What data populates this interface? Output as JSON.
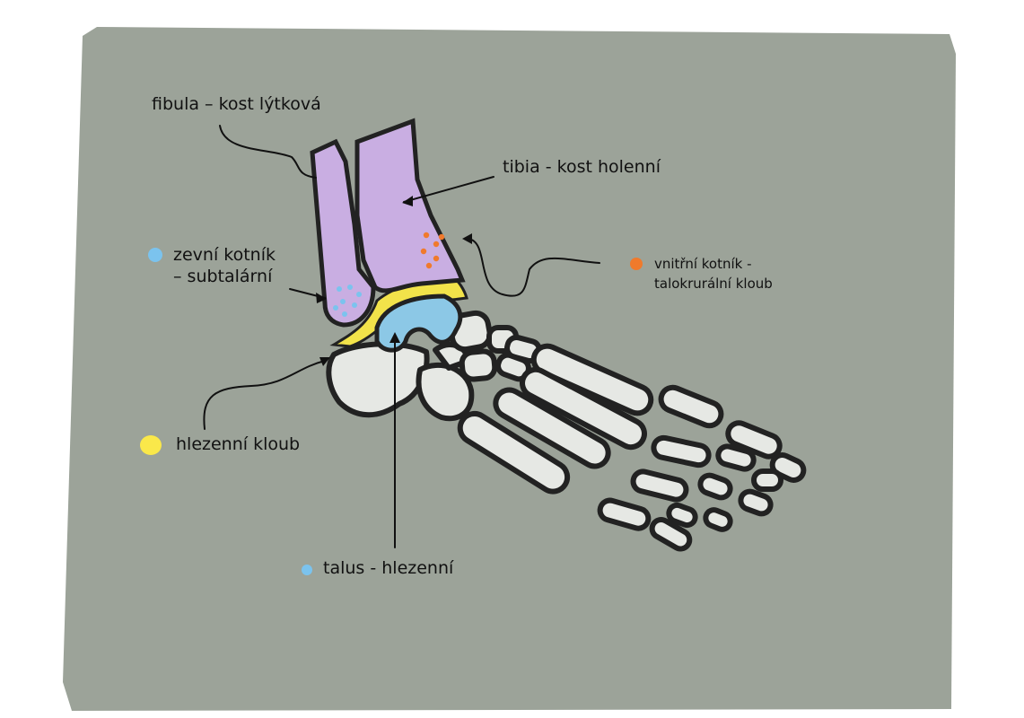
{
  "colors": {
    "board": "#9CA399",
    "bone_white": "#E6E8E4",
    "tibia_fibula": "#C9AEE2",
    "talus": "#8CC8E6",
    "joint_yellow": "#F2E34A",
    "outline": "#222222",
    "dot_blue": "#7BC3EE",
    "dot_orange": "#F07A2C",
    "dot_yellow": "#FAE84A"
  },
  "labels": {
    "fibula": "fibula – kost lýtková",
    "tibia": "tibia - kost holenní",
    "lateral_malleolus_line1": "zevní kotník",
    "lateral_malleolus_line2": "– subtalární",
    "medial_malleolus_line1": "vnitřní kotník -",
    "medial_malleolus_line2": "talokrurální kloub",
    "ankle_joint": "hlezenní kloub",
    "talus": "talus - hlezenní"
  },
  "legend_dots": [
    {
      "label_key": "lateral_malleolus_line1",
      "color": "#7BC3EE"
    },
    {
      "label_key": "medial_malleolus_line1",
      "color": "#F07A2C"
    },
    {
      "label_key": "ankle_joint",
      "color": "#FAE84A"
    },
    {
      "label_key": "talus",
      "color": "#7BC3EE"
    }
  ]
}
